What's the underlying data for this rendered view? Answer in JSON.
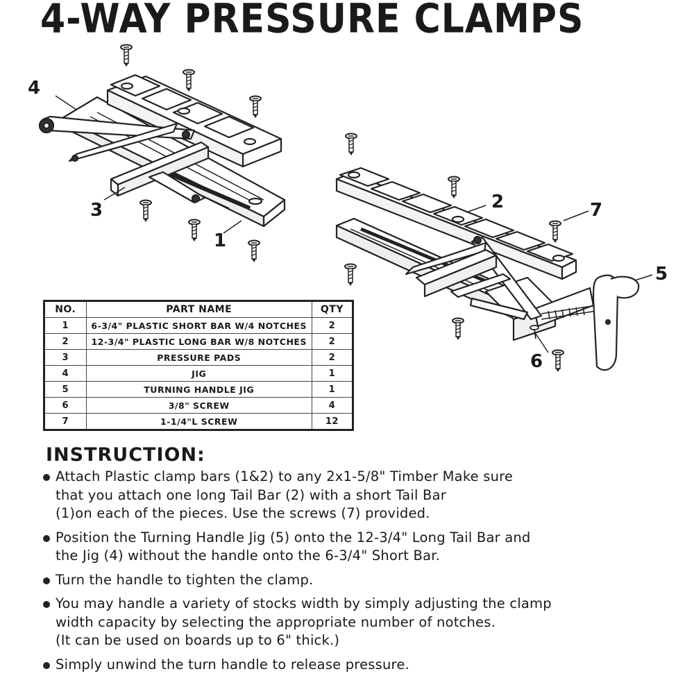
{
  "title": "4-WAY PRESSURE CLAMPS",
  "callouts": [
    "4",
    "3",
    "1",
    "2",
    "7",
    "5",
    "6"
  ],
  "table": {
    "headers": [
      "NO.",
      "PART NAME",
      "QTY"
    ],
    "rows": [
      [
        "1",
        "6-3/4\" PLASTIC SHORT BAR W/4 NOTCHES",
        "2"
      ],
      [
        "2",
        "12-3/4\" PLASTIC LONG BAR W/8 NOTCHES",
        "2"
      ],
      [
        "3",
        "PRESSURE PADS",
        "2"
      ],
      [
        "4",
        "JIG",
        "1"
      ],
      [
        "5",
        "TURNING HANDLE JIG",
        "1"
      ],
      [
        "6",
        "3/8\" SCREW",
        "4"
      ],
      [
        "7",
        "1-1/4\"L SCREW",
        "12"
      ]
    ]
  },
  "instructions": {
    "heading": "INSTRUCTION:",
    "steps": [
      [
        "Attach Plastic clamp bars (1&2) to any 2x1-5/8\" Timber Make sure",
        "that you attach one long Tail Bar (2) with a short Tail Bar",
        "(1)on each of the pieces. Use the screws (7) provided."
      ],
      [
        "Position the Turning Handle Jig (5) onto the 12-3/4\" Long Tail Bar and",
        "the Jig (4) without the handle onto the 6-3/4\" Short Bar."
      ],
      [
        "Turn the handle to tighten the clamp."
      ],
      [
        "You may handle a variety of stocks width by simply adjusting the clamp",
        "width capacity by selecting the appropriate number of notches.",
        "(It can be used on boards up to 6\" thick.)"
      ],
      [
        "Simply unwind the turn handle to release pressure."
      ]
    ]
  }
}
